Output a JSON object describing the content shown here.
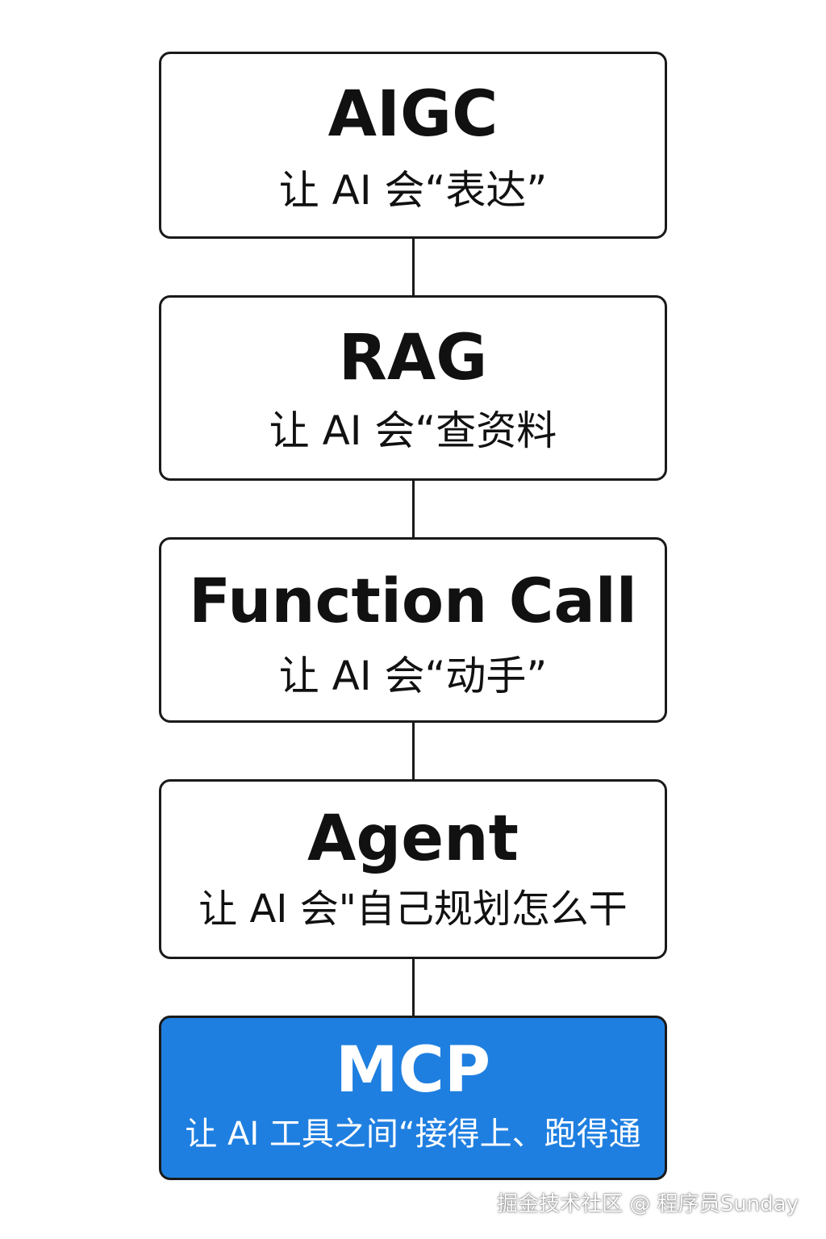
{
  "colors": {
    "border": "#1a1a1a",
    "box_fill": "#ffffff",
    "highlight_fill": "#1f7fe0",
    "text": "#111111",
    "highlight_text": "#ffffff"
  },
  "stages": [
    {
      "title": "AIGC",
      "subtitle": "让 AI 会“表达”"
    },
    {
      "title": "RAG",
      "subtitle": "让 AI 会“查资料"
    },
    {
      "title": "Function Call",
      "subtitle": "让 AI 会“动手”"
    },
    {
      "title": "Agent",
      "subtitle": "让 AI 会\"自己规划怎么干"
    },
    {
      "title": "MCP",
      "subtitle": "让 AI 工具之间“接得上、跑得通"
    }
  ],
  "watermark": "掘金技术社区 @ 程序员Sunday"
}
